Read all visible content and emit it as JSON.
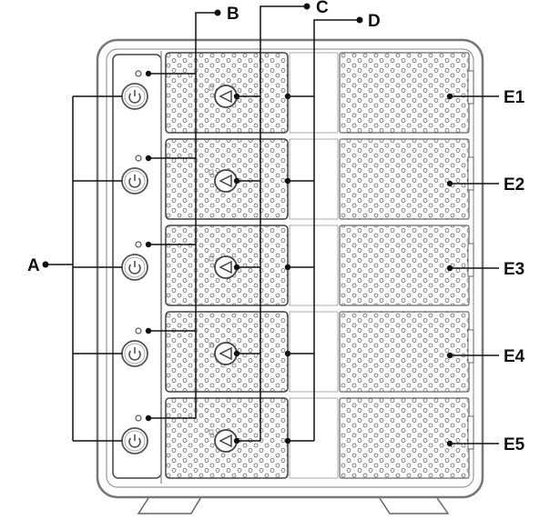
{
  "callouts": {
    "a": "A",
    "b": "B",
    "c": "C",
    "d": "D",
    "e": [
      "E1",
      "E2",
      "E3",
      "E4",
      "E5"
    ]
  },
  "bays": [
    {
      "id": 1
    },
    {
      "id": 2
    },
    {
      "id": 3
    },
    {
      "id": 4
    },
    {
      "id": 5
    }
  ]
}
